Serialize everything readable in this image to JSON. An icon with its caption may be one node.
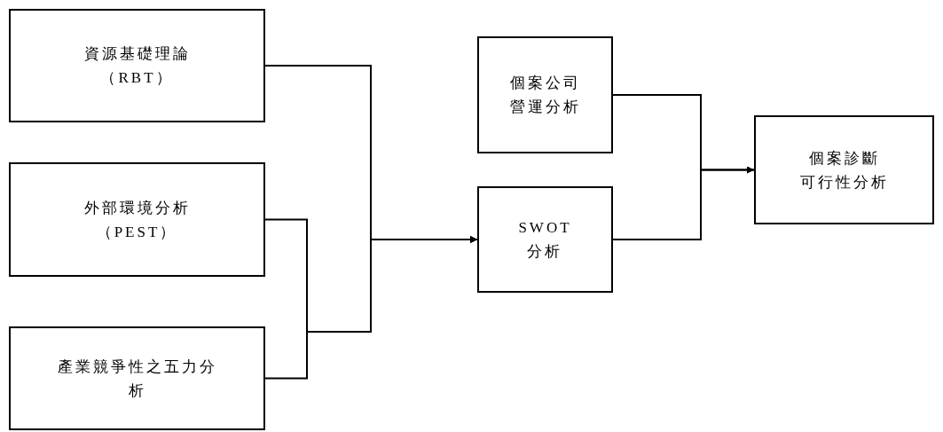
{
  "diagram": {
    "nodes": [
      {
        "text": [
          "資源基礎理論（RBT）"
        ]
      },
      {
        "text": [
          "外部環境分析（PEST）"
        ]
      },
      {
        "text": [
          "產業競爭性之五力分析"
        ]
      },
      {
        "text": [
          "個案公司營運分析"
        ]
      },
      {
        "text": [
          "SWOT分析"
        ]
      },
      {
        "text": [
          "個案診斷可行性分析"
        ]
      }
    ],
    "edges": [
      {
        "from": 0,
        "to": 4,
        "arrow": "to"
      },
      {
        "from": 1,
        "to": 4,
        "arrow": "to"
      },
      {
        "from": 2,
        "to": 4,
        "arrow": "to"
      },
      {
        "from": 3,
        "to": 5,
        "arrow": "to"
      },
      {
        "from": 4,
        "to": 5,
        "arrow": "to"
      }
    ]
  }
}
